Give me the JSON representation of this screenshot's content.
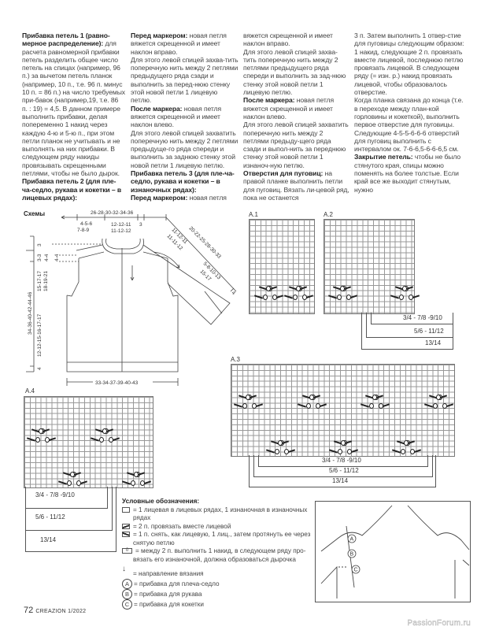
{
  "columns": [
    [
      {
        "b": "Прибавка петель 1 (равно-мерное распределение):",
        "t": " для расчета равномерной прибавки петель разделить общее число петель на спицах (например, 96 п.) за вычетом петель планок (например, 10 п., т.е. 96 п. минус 10 п. = 86 п.) на число требуемых при-бавок (например,19, т.е. 86 п. : 19) = 4,5. В данном примере выполнить прибавки, делая попеременно 1 накид через каждую 4-ю и 5-ю п., при этом петли планок не учитывать и не выполнять на них прибавки. В следующем ряду накиды провязывать скрещенными петлями, чтобы не было дырок."
      },
      {
        "b": "Прибавка петель 2 (для пле-ча-седло, рукава и кокетки – в лицевых рядах):",
        "t": ""
      }
    ],
    [
      {
        "b": "Перед маркером:",
        "t": " новая петля вяжется скрещенной и имеет наклон вправо."
      },
      {
        "b": "",
        "t": "Для этого левой спицей захва-тить поперечную нить между 2 петлями предыдущего ряда сзади и выполнить за перед-нюю стенку этой новой петли 1 лицевую петлю."
      },
      {
        "b": "После маркера:",
        "t": " новая петля вяжется скрещенной и имеет наклон влево."
      },
      {
        "b": "",
        "t": "Для этого левой спицей захватить поперечную нить между 2 петлями предыдуще-го ряда спереди и выполнить за заднюю стенку этой новой петли 1 лицевую петлю."
      },
      {
        "b": "Прибавка петель 3 (для пле-ча-седло, рукава и кокетки – в изнаночных рядах):",
        "t": ""
      },
      {
        "b": "Перед маркером:",
        "t": " новая петля"
      }
    ],
    [
      {
        "b": "",
        "t": "вяжется скрещенной и имеет наклон вправо."
      },
      {
        "b": "",
        "t": "Для этого левой спицей захва-тить поперечную нить между 2 петлями предыдущего ряда спереди и выполнить за зад-нюю стенку этой новой петли 1 лицевую петлю."
      },
      {
        "b": "После маркера:",
        "t": " новая петля вяжется скрещенной и имеет наклон влево."
      },
      {
        "b": "",
        "t": "Для этого левой спицей захватить поперечную нить между 2 петлями предыду-щего ряда сзади и выпол-нить за переднюю стенку этой новой петли 1 изнаноч-ную петлю."
      },
      {
        "b": "Отверстия для пуговиц:",
        "t": " на правой планке выполнить петли для пуговиц. Вязать ли-цевой ряд, пока не останется"
      }
    ],
    [
      {
        "b": "",
        "t": "3 п. Затем выполнить 1 отвер-стие для пуговицы следующим образом: 1 накид, следующие 2 п. провязать вместе лицевой, последнюю петлю провязать лицевой. В следующем ряду (= изн. р.) накид провязать лицевой, чтобы образовалось отверстие."
      },
      {
        "b": "",
        "t": "Когда планка связана до конца (т.е. в переходе между план-кой горловины и кокеткой), выполнить первое отверстие для пуговицы. Следующие 4-5-5-6-6-6 отверстий для пуговиц выполнить с интервалом ок. 7-6-6,5-6-6-6,5 см."
      },
      {
        "b": "Закрытие петель:",
        "t": " чтобы не было стянутого края, спицы можно поменять на более толстые. Если край все же выходит стянутым, нужно"
      }
    ]
  ],
  "schematic": {
    "title": "Схемы",
    "top_width": "26-28-30-32-34-36",
    "neck_a": "4-5-6",
    "neck_b": "7-8-9",
    "neck_c": "12-12-11",
    "neck_d": "11-12-12",
    "neck_e": "3",
    "sleeve_a": "11-12-11",
    "sleeve_b": "11-11-12",
    "sleeve_len": "20-22-25-28-30-33",
    "sleeve_c": "5-8-10-13",
    "sleeve_d": "15-17",
    "sleeve_cuff": "4",
    "left_3": "3",
    "left_33": "3-3",
    "left_44a": "4-4",
    "left_44b": "4-4",
    "left_a": "15-17-17",
    "left_b": "18-19-21",
    "left_total": "34-36-40-42-44-46",
    "left_c": "12-12-15-16-17-17",
    "left_4": "4",
    "bottom_width": "33-34-37-39-40-43"
  },
  "charts": {
    "a1": "A.1",
    "a2": "A.2",
    "a3": "A.3",
    "a4": "A.4",
    "sizes": [
      "3/4 - 7/8 -9/10",
      "5/6 - 11/12",
      "13/14"
    ]
  },
  "legend": {
    "title": "Условные обозначения:",
    "items": [
      "= 1 лицевая в лицевых рядах, 1 изнаночная в изнаночных рядах",
      "= 2 п. провязать вместе лицевой",
      "= 1 п. снять, как лицевую, 1 лиц., затем протянуть ее через снятую петлю",
      "= между 2 п. выполнить 1 накид, в следующем ряду про-вязать его изнаночной, должна образоваться дырочка",
      "= направление вязания"
    ],
    "markers": [
      {
        "letter": "A",
        "text": "= прибавка для плеча-седло"
      },
      {
        "letter": "B",
        "text": "= прибавка для рукава"
      },
      {
        "letter": "C",
        "text": "= прибавка для кокетки"
      }
    ]
  },
  "footer": {
    "page": "72",
    "magazine": "CREAZION 1/2022",
    "watermark": "PassionForum.ru"
  }
}
